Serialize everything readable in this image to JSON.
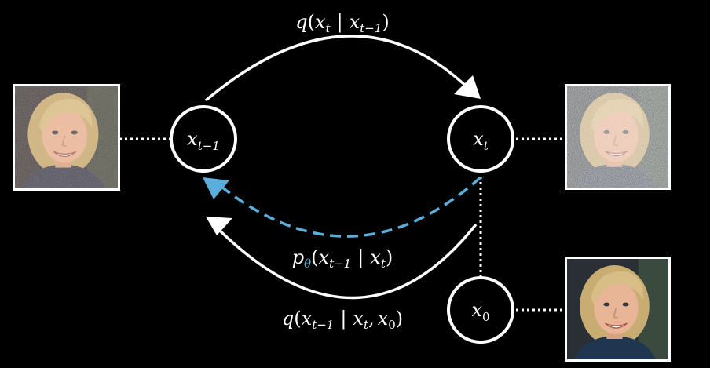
{
  "colors": {
    "background": "#000000",
    "foreground": "#ffffff",
    "reverse_accent": "#5aaed9",
    "skin": "#e8b596",
    "hair": "#d8be86",
    "shirt": "#1f3550"
  },
  "labels": {
    "forward": {
      "func": "q",
      "open": "(",
      "x1": "x",
      "x1_sub": "t",
      "bar": "|",
      "x2": "x",
      "x2_sub": "t−1",
      "close": ")"
    },
    "reverse_model": {
      "func": "p",
      "func_sub": "θ",
      "open": "(",
      "x1": "x",
      "x1_sub": "t−1",
      "bar": "|",
      "x2": "x",
      "x2_sub": "t",
      "close": ")"
    },
    "posterior": {
      "func": "q",
      "open": "(",
      "x1": "x",
      "x1_sub": "t−1",
      "bar": "|",
      "x2": "x",
      "x2_sub": "t",
      "comma": ",",
      "x3": "x",
      "x3_sub": "0",
      "close": ")"
    }
  },
  "nodes": {
    "prev": {
      "symbol": "x",
      "sub": "t−1"
    },
    "current": {
      "symbol": "x",
      "sub": "t"
    },
    "origin": {
      "symbol": "x",
      "sub": "0"
    }
  },
  "images": {
    "prev": {
      "noise_level": 0.35
    },
    "current": {
      "noise_level": 0.7
    },
    "origin": {
      "noise_level": 0.0
    }
  }
}
